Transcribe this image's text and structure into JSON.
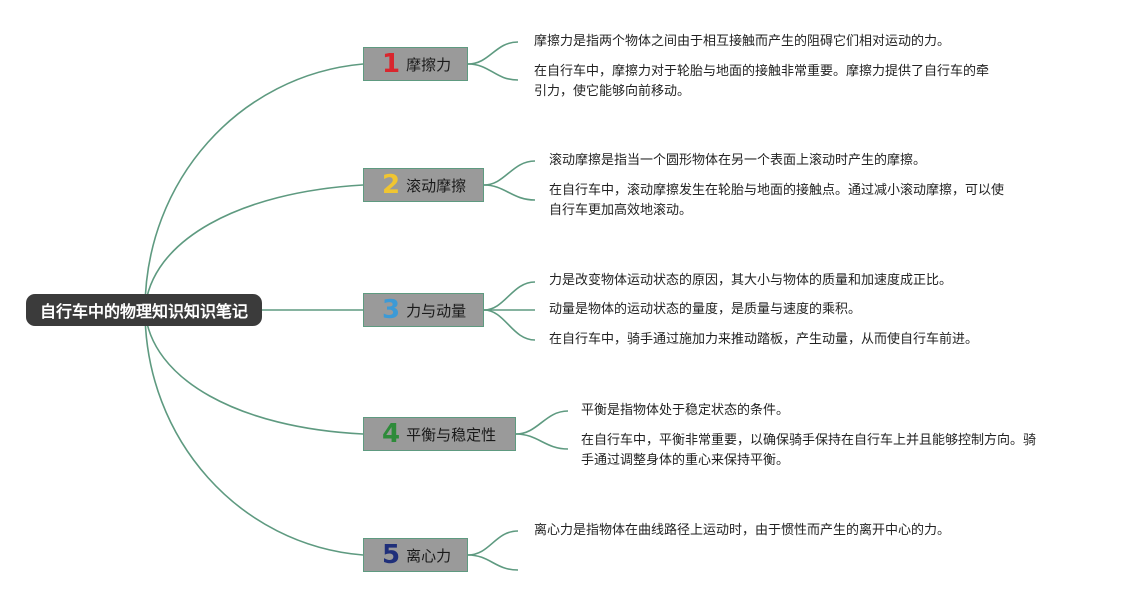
{
  "root": {
    "label": "自行车中的物理知识知识笔记"
  },
  "colors": {
    "line": "#5e9a80",
    "root_bg": "#3b3b3b",
    "branch_bg": "#9a9a9a"
  },
  "branches": [
    {
      "num": "1",
      "num_color": "#d9262e",
      "label": "摩擦力",
      "notes": [
        "摩擦力是指两个物体之间由于相互接触而产生的阻碍它们相对运动的力。",
        "在自行车中，摩擦力对于轮胎与地面的接触非常重要。摩擦力提供了自行车的牵",
        "引力，使它能够向前移动。"
      ]
    },
    {
      "num": "2",
      "num_color": "#f0c531",
      "label": "滚动摩擦",
      "notes": [
        "滚动摩擦是指当一个圆形物体在另一个表面上滚动时产生的摩擦。",
        "在自行车中，滚动摩擦发生在轮胎与地面的接触点。通过减小滚动摩擦，可以使",
        "自行车更加高效地滚动。"
      ]
    },
    {
      "num": "3",
      "num_color": "#3d9ad6",
      "label": "力与动量",
      "notes": [
        "力是改变物体运动状态的原因，其大小与物体的质量和加速度成正比。",
        "动量是物体的运动状态的量度，是质量与速度的乘积。",
        "在自行车中，骑手通过施加力来推动踏板，产生动量，从而使自行车前进。"
      ]
    },
    {
      "num": "4",
      "num_color": "#2e8b3a",
      "label": "平衡与稳定性",
      "notes": [
        "平衡是指物体处于稳定状态的条件。",
        "在自行车中，平衡非常重要，以确保骑手保持在自行车上并且能够控制方向。骑",
        "手通过调整身体的重心来保持平衡。"
      ]
    },
    {
      "num": "5",
      "num_color": "#1f2f7a",
      "label": "离心力",
      "notes": [
        "离心力是指物体在曲线路径上运动时，由于惯性而产生的离开中心的力。"
      ]
    }
  ]
}
